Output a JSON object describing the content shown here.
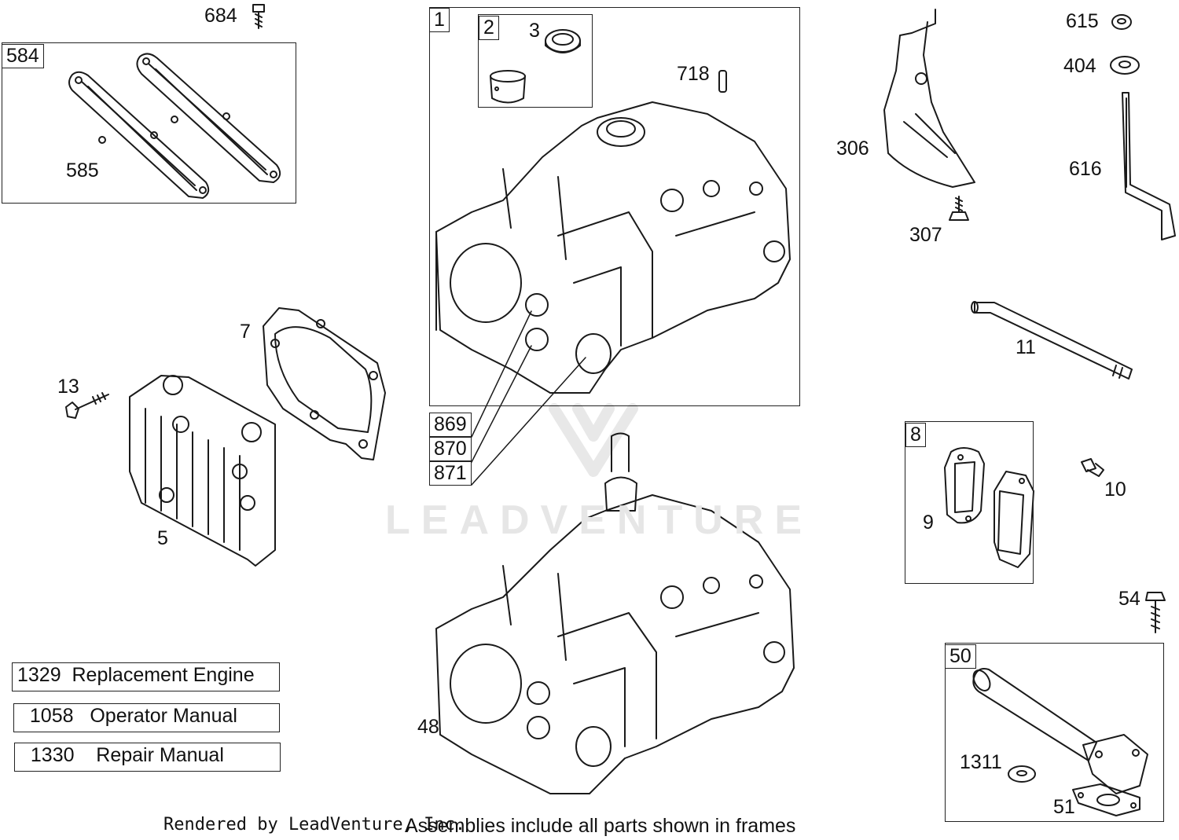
{
  "diagram": {
    "callouts": {
      "c684": "684",
      "c585": "585",
      "c3": "3",
      "c718": "718",
      "c306": "306",
      "c307": "307",
      "c615": "615",
      "c404": "404",
      "c616": "616",
      "c11": "11",
      "c7": "7",
      "c13": "13",
      "c5": "5",
      "c10": "10",
      "c9": "9",
      "c54": "54",
      "c48": "48",
      "c1311": "1311",
      "c51": "51"
    },
    "frames": {
      "f584": "584",
      "f1": "1",
      "f2": "2",
      "f8": "8",
      "f50": "50",
      "f869": "869",
      "f870": "870",
      "f871": "871"
    },
    "manuals": [
      {
        "text": "1329  Replacement Engine"
      },
      {
        "text": "  1058   Operator Manual"
      },
      {
        "text": "  1330    Repair Manual"
      }
    ],
    "watermark": "LEADVENTURE",
    "footer_credit": "Rendered by LeadVenture, Inc.",
    "footer_note": "Assemblies include all parts shown in frames"
  }
}
